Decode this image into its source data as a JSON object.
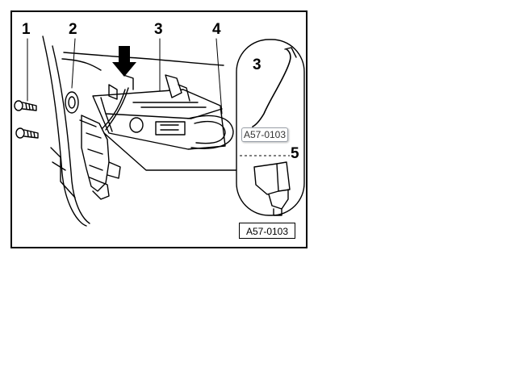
{
  "callouts": {
    "c1": "1",
    "c2": "2",
    "c3": "3",
    "c4": "4",
    "c3_detail": "3",
    "c5": "5"
  },
  "labels": {
    "ref_code": "A57-0103",
    "tooltip_code": "A57-0103"
  },
  "colors": {
    "line": "#000000",
    "fill": "#ffffff",
    "shade": "#d8d8d8"
  }
}
